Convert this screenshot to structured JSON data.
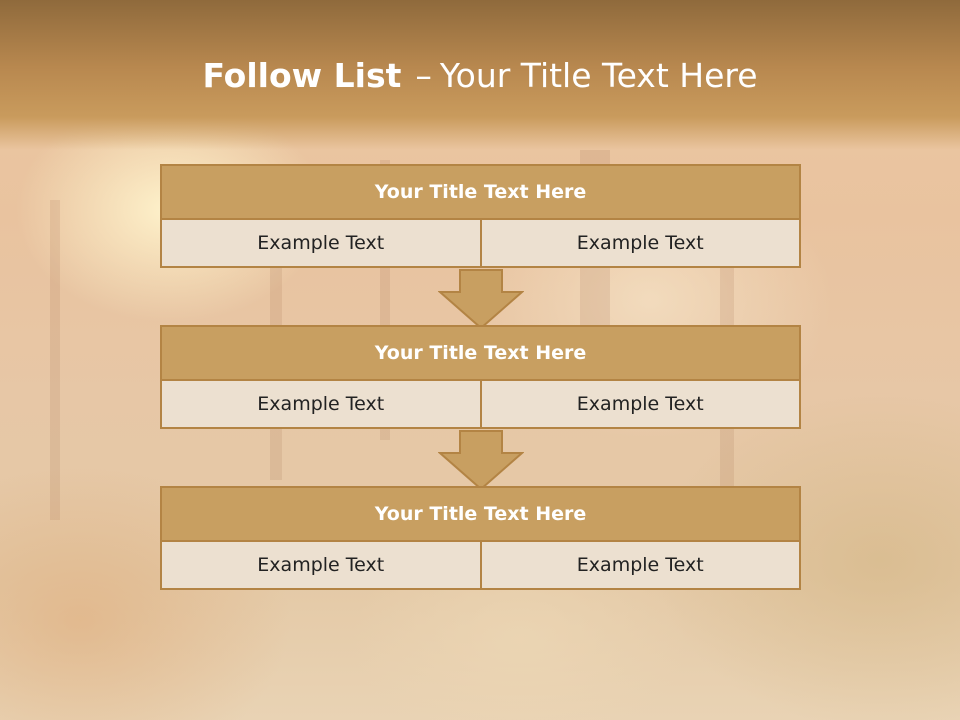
{
  "slide": {
    "title_bold": "Follow List",
    "title_separator": "–",
    "title_rest": "Your Title Text Here"
  },
  "steps": [
    {
      "title": "Your Title Text Here",
      "left": "Example Text",
      "right": "Example Text"
    },
    {
      "title": "Your Title Text Here",
      "left": "Example Text",
      "right": "Example Text"
    },
    {
      "title": "Your Title Text Here",
      "left": "Example Text",
      "right": "Example Text"
    }
  ],
  "colors": {
    "header_band": "#b8884f",
    "box_title_fill": "#c89f61",
    "box_border": "#b38444",
    "cell_fill": "#ece0d0",
    "arrow_fill": "#c89f61"
  }
}
